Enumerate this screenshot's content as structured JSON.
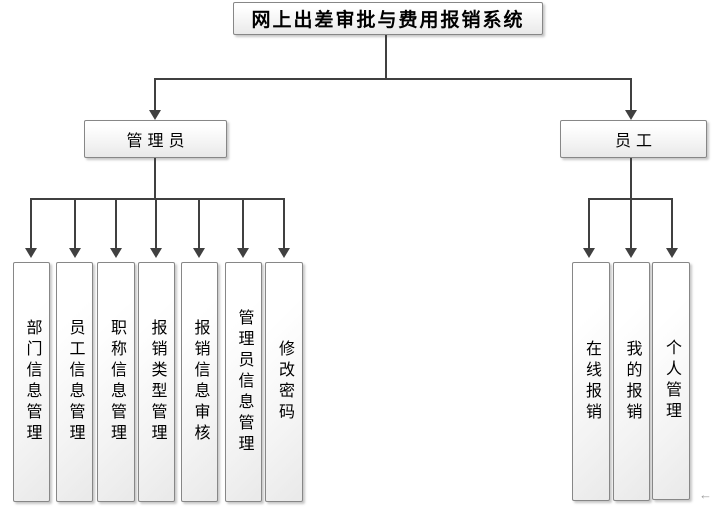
{
  "diagram": {
    "title": "网上出差审批与费用报销系统",
    "branches": [
      {
        "label": "管理员",
        "children": [
          "部门信息管理",
          "员工信息管理",
          "职称信息管理",
          "报销类型管理",
          "报销信息审核",
          "管理员信息管理",
          "修改密码"
        ]
      },
      {
        "label": "员工",
        "children": [
          "在线报销",
          "我的报销",
          "个人管理"
        ]
      }
    ],
    "marks": {
      "return_arrow": "←"
    },
    "colors": {
      "connector": "#404040",
      "box_border": "#878787",
      "box_fill_top": "#ffffff",
      "box_fill_bottom": "#e9e9e9",
      "text": "#000000",
      "background": "#ffffff"
    }
  }
}
